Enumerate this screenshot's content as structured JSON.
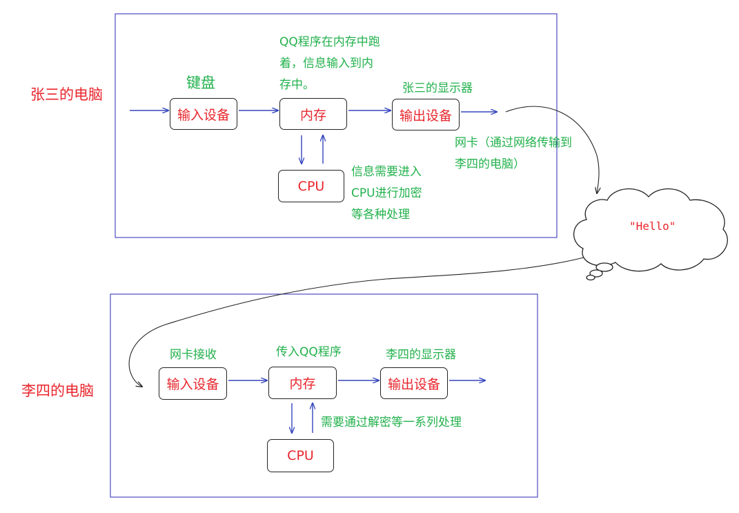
{
  "top": {
    "side_label": "张三的电脑",
    "input_caption": "键盘",
    "input_box": "输入设备",
    "memory_note": "QQ程序在内存中跑着，信息输入到内存中。",
    "memory_box": "内存",
    "output_caption": "张三的显示器",
    "output_box": "输出设备",
    "cpu_box": "CPU",
    "cpu_note": "信息需要进入CPU进行加密等各种处理",
    "nic_note": "网卡（通过网络传输到李四的电脑）"
  },
  "cloud": {
    "text": "\"Hello\""
  },
  "bottom": {
    "side_label": "李四的电脑",
    "input_caption": "网卡接收",
    "input_box": "输入设备",
    "memory_caption": "传入QQ程序",
    "memory_box": "内存",
    "output_caption": "李四的显示器",
    "output_box": "输出设备",
    "cpu_box": "CPU",
    "cpu_note": "需要通过解密等一系列处理"
  },
  "colors": {
    "frame": "#4b4bc3",
    "arrow": "#3344bb",
    "label_red": "#e8252c",
    "label_green": "#22b14c"
  }
}
